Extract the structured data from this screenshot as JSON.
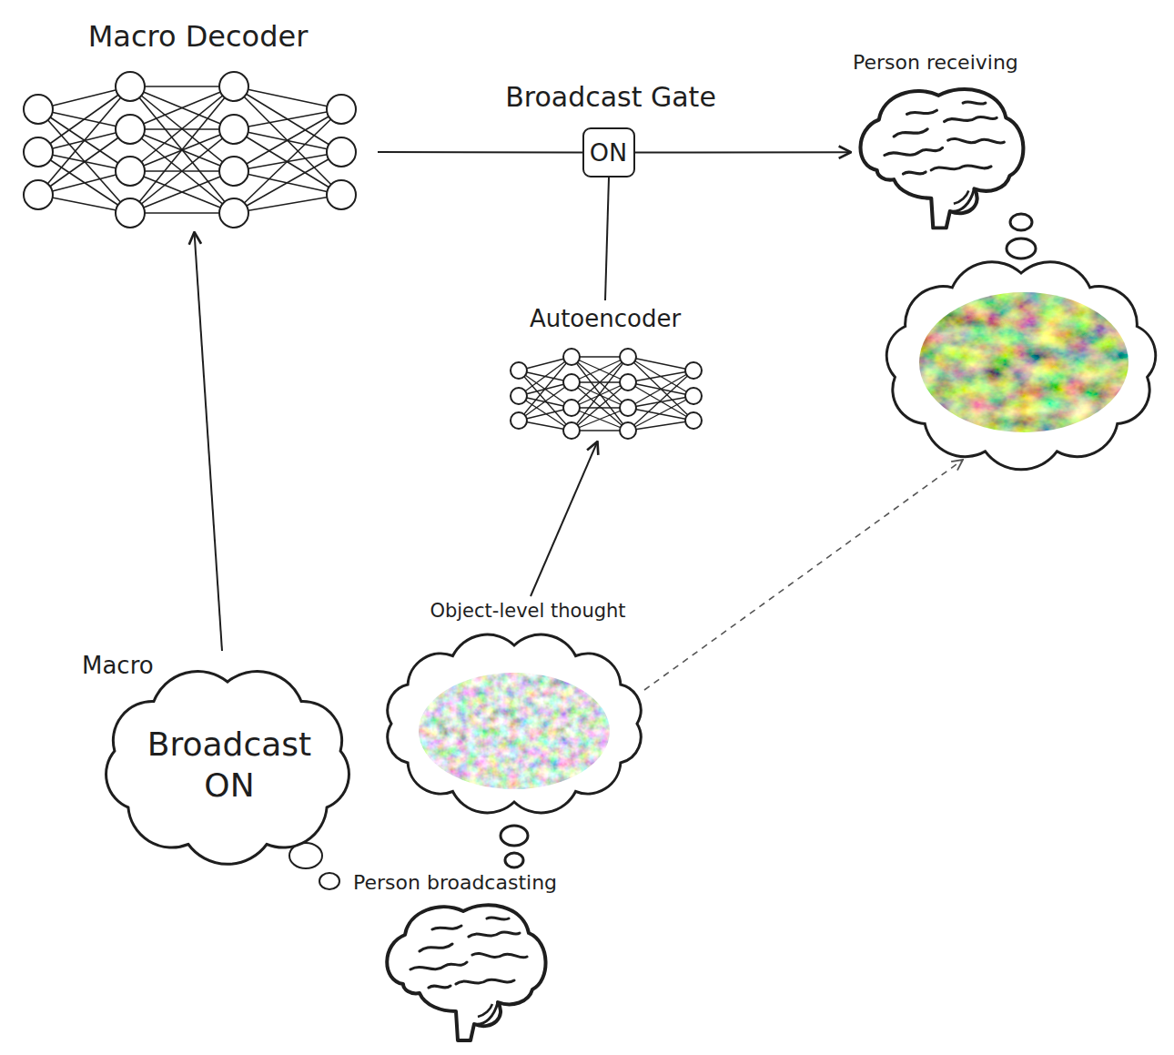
{
  "diagram": {
    "nodes": [
      {
        "text": [
          "Macro Decoder"
        ]
      },
      {
        "text": [
          "Broadcast Gate",
          "ON"
        ]
      },
      {
        "text": [
          "Person receiving"
        ]
      },
      {
        "text": [
          "Autoencoder"
        ]
      },
      {
        "text": [
          "Object-level thought"
        ]
      },
      {
        "text": [
          "Macro",
          "Broadcast ON"
        ]
      },
      {
        "text": [
          "Person broadcasting"
        ]
      }
    ],
    "edges": [
      {
        "from": 5,
        "to": 0,
        "arrow": "to"
      },
      {
        "from": 0,
        "to": 1,
        "arrow": "none"
      },
      {
        "from": 1,
        "to": 2,
        "arrow": "to"
      },
      {
        "from": 3,
        "to": 1,
        "arrow": "none"
      },
      {
        "from": 4,
        "to": 3,
        "arrow": "to"
      }
    ]
  }
}
